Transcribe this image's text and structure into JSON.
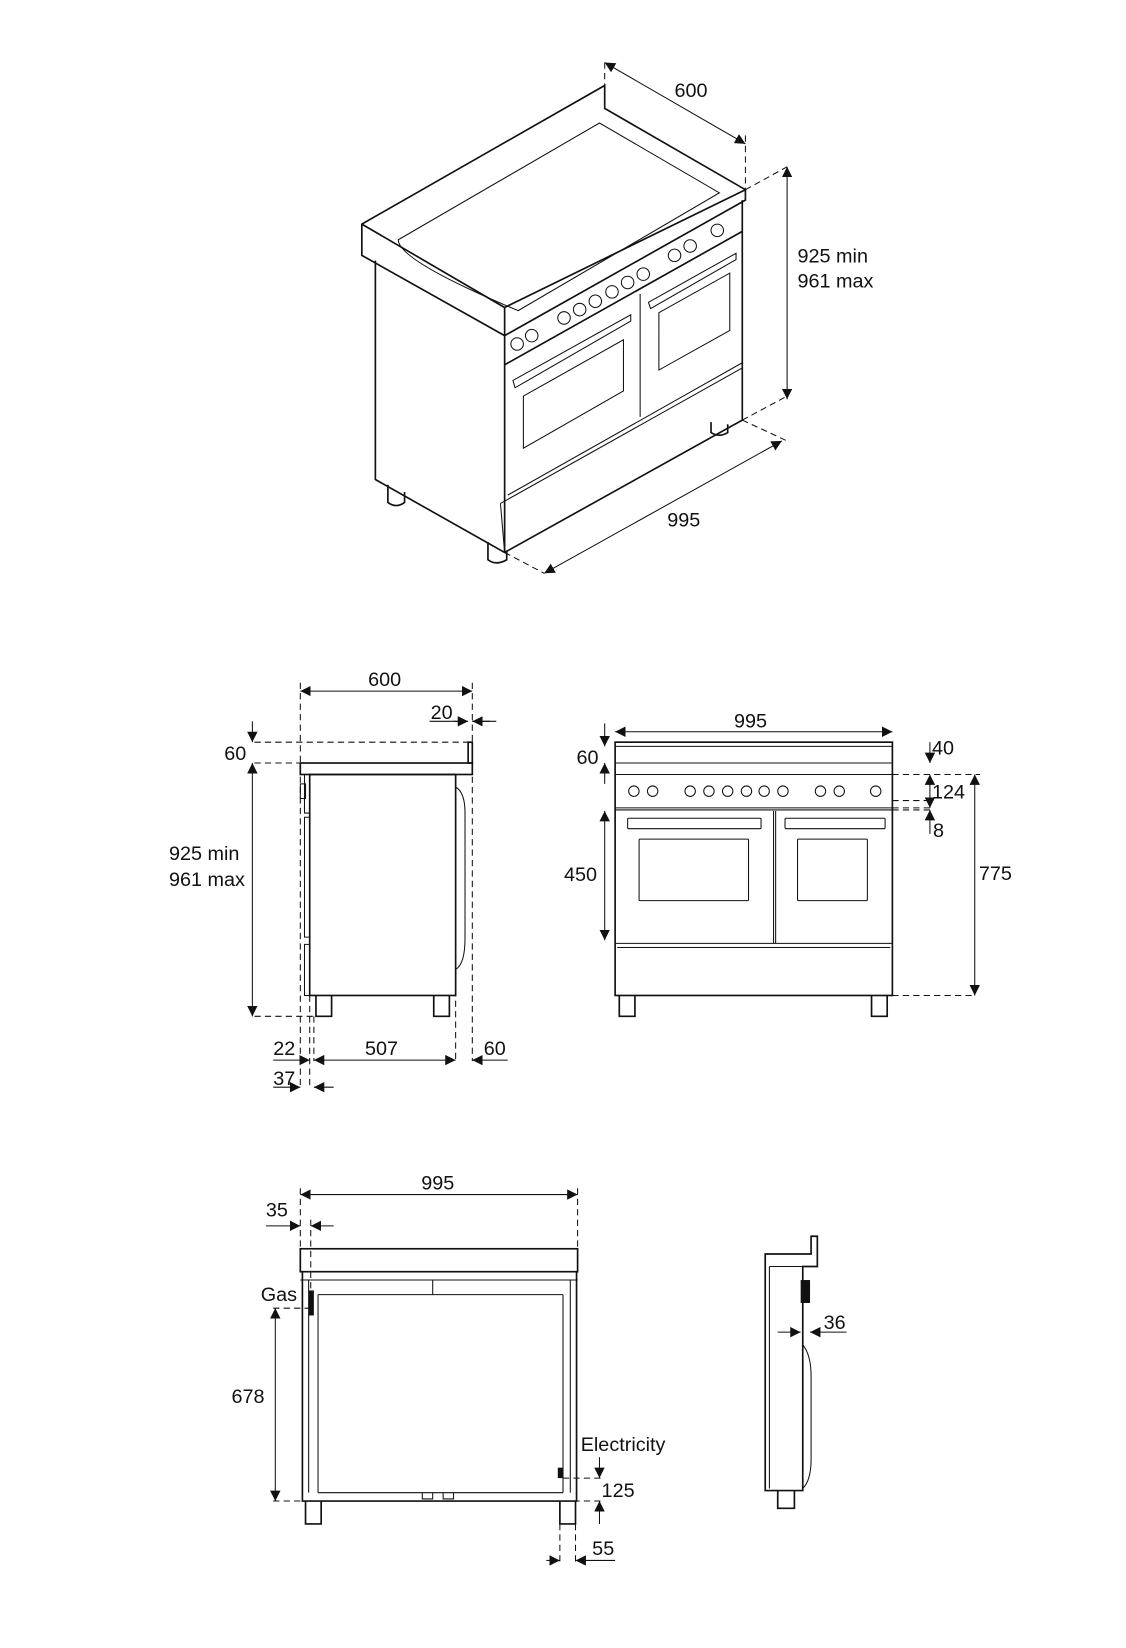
{
  "iso_view": {
    "depth": "600",
    "height_min": "925 min",
    "height_max": "961 max",
    "width": "995"
  },
  "side_view": {
    "depth": "600",
    "backguard_depth": "20",
    "backguard_height": "60",
    "height_min": "925 min",
    "height_max": "961 max",
    "front_offset_1": "22",
    "front_offset_2": "37",
    "body_depth": "507",
    "rear_offset": "60"
  },
  "front_view": {
    "width": "995",
    "backguard_height": "60",
    "top_thickness": "40",
    "control_panel": "124",
    "gap": "8",
    "oven_height": "450",
    "base_height": "775"
  },
  "rear_view": {
    "width": "995",
    "side_offset": "35",
    "gas_label": "Gas",
    "gas_height": "678",
    "electricity_label": "Electricity",
    "electricity_height": "125",
    "electricity_offset": "55"
  },
  "rear_side_view": {
    "depth": "36"
  }
}
